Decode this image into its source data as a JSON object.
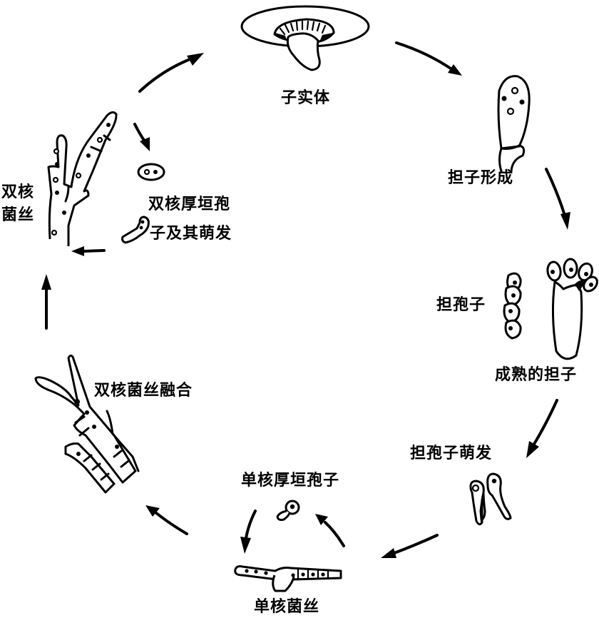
{
  "diagram": {
    "title": "Basidiomycete life cycle",
    "stages": [
      {
        "id": "fruiting_body",
        "label": "子实体"
      },
      {
        "id": "basidium_formation",
        "label": "担子形成"
      },
      {
        "id": "basidiospores",
        "label": "担孢子"
      },
      {
        "id": "mature_basidium",
        "label": "成熟的担子"
      },
      {
        "id": "basidiospore_germination",
        "label": "担孢子萌发"
      },
      {
        "id": "mono_chlamydospore",
        "label": "单核厚垣孢子"
      },
      {
        "id": "mono_hyphae",
        "label": "单核菌丝"
      },
      {
        "id": "dikaryotic_fusion",
        "label": "双核菌丝融合"
      },
      {
        "id": "dikaryotic_hyphae",
        "label_line1": "双核",
        "label_line2": "菌丝"
      },
      {
        "id": "di_chlamydospore",
        "label_line1": "双核厚垣孢",
        "label_line2": "子及其萌发"
      }
    ],
    "cycle_direction": "clockwise",
    "line_color": "#000000",
    "background_color": "#ffffff"
  }
}
